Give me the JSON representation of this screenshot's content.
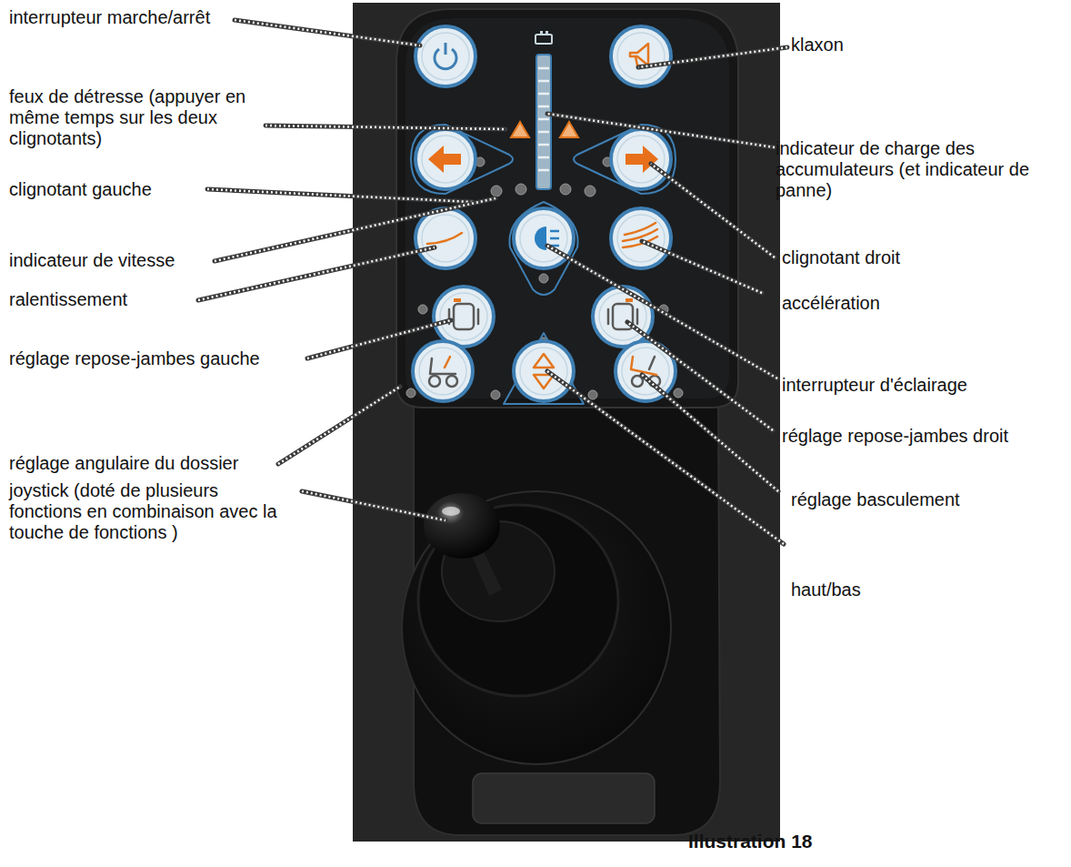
{
  "diagram": {
    "caption": "Illustration 18",
    "labels": [
      "interrupteur marche/arrêt",
      "feux de détresse (appuyer en même temps sur les deux clignotants)",
      "clignotant gauche",
      "indicateur de vitesse",
      "ralentissement",
      "réglage repose-jambes gauche",
      "réglage angulaire du dossier",
      "joystick (doté de plusieurs fonctions en combinaison avec la touche de fonctions )",
      "klaxon",
      "indicateur de charge des accumulateurs (et indicateur de panne)",
      "clignotant droit",
      "accélération",
      "interrupteur d'éclairage",
      "réglage repose-jambes droit",
      "réglage basculement",
      "haut/bas"
    ]
  }
}
